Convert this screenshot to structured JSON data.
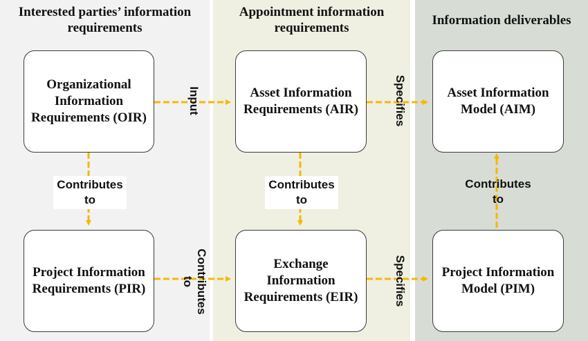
{
  "columns": {
    "left": {
      "title": "Interested parties’ information requirements"
    },
    "middle": {
      "title": "Appointment information requirements"
    },
    "right": {
      "title": "Information deliverables"
    }
  },
  "boxes": {
    "oir": "Organizational Information Requirements (OIR)",
    "air": "Asset Information Requirements (AIR)",
    "aim": "Asset Information Model (AIM)",
    "pir": "Project Information Requirements (PIR)",
    "eir": "Exchange Information Requirements (EIR)",
    "pim": "Project Information Model (PIM)"
  },
  "labels": {
    "input": "Input",
    "specifies_top": "Specifies",
    "specifies_bottom": "Specifies",
    "contributes_to_bottom_h": "Contributes to",
    "contributes_oir_pir": {
      "line1": "Contributes",
      "line2": "to"
    },
    "contributes_air_eir": {
      "line1": "Contributes",
      "line2": "to"
    },
    "contributes_pim_aim": {
      "line1": "Contributes",
      "line2": "to"
    }
  },
  "colors": {
    "arrow": "#f5b800",
    "border": "#3a3a3a"
  }
}
